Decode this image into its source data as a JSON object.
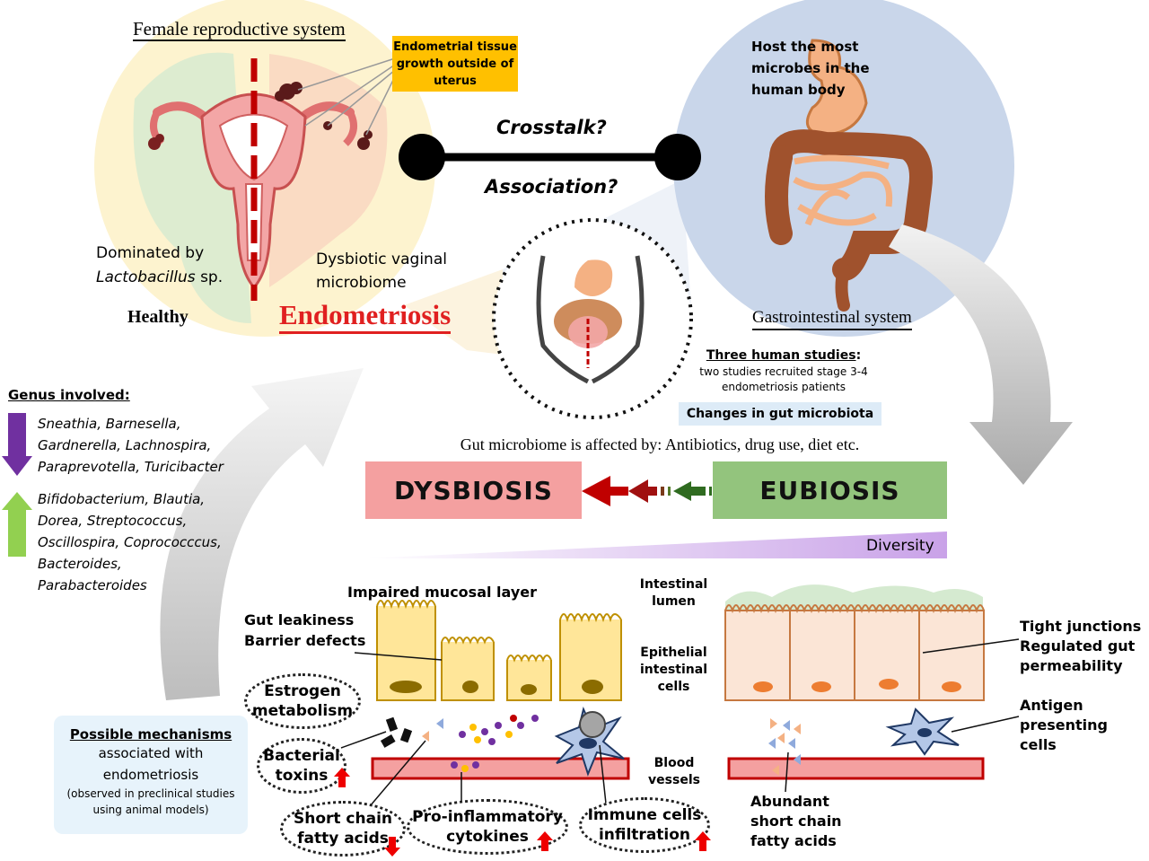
{
  "top": {
    "female_title": "Female reproductive system",
    "endometrial_note": "Endometrial tissue growth outside of uterus",
    "crosstalk": "Crosstalk?",
    "association": "Association?",
    "host_text": "Host the most microbes in the human body",
    "gi_title": "Gastrointestinal system",
    "dominated_line1": "Dominated by",
    "dominated_genus": "Lactobacillus",
    "dominated_sp": " sp.",
    "healthy": "Healthy",
    "dysbiotic": "Dysbiotic vaginal microbiome",
    "endometriosis": "Endometriosis"
  },
  "studies": {
    "heading": "Three human studies",
    "detail": "two studies recruited stage 3-4 endometriosis patients",
    "changes": "Changes in gut microbiota"
  },
  "genus": {
    "heading": "Genus involved:",
    "decreased": "Sneathia, Barnesella, Gardnerella, Lachnospira, Paraprevotella, Turicibacter",
    "increased": "Bifidobacterium, Blautia, Dorea, Streptococcus, Oscillospira, Coprococccus, Bacteroides, Parabacteroides"
  },
  "middle": {
    "affected_by": "Gut microbiome is affected by: Antibiotics, drug use, diet etc.",
    "dysbiosis": "DYSBIOSIS",
    "eubiosis": "EUBIOSIS",
    "diversity": "Diversity"
  },
  "bottom": {
    "impaired": "Impaired mucosal layer",
    "gut_leakiness": "Gut leakiness",
    "barrier_defects": "Barrier defects",
    "intestinal_lumen": "Intestinal lumen",
    "epithelial": "Epithelial intestinal cells",
    "blood_vessels": "Blood vessels",
    "tight_junctions": "Tight junctions Regulated gut permeability",
    "antigen": "Antigen presenting cells",
    "abundant": "Abundant short chain fatty acids",
    "estrogen": "Estrogen metabolism",
    "bacterial": "Bacterial toxins",
    "scfa": "Short chain fatty acids",
    "proinflam": "Pro-inflammatory cytokines",
    "immune": "Immune cells infiltration"
  },
  "mechanisms": {
    "heading": "Possible mechanisms",
    "line2": "associated with endometriosis",
    "note": "(observed in preclinical studies using animal models)"
  },
  "colors": {
    "dysbiosis_box": "#f4a0a0",
    "eubiosis_box": "#93c47d",
    "note_box": "#ffc000",
    "gi_circle": "#c9d6ea",
    "repro_circle": "#fdf3cf",
    "changes_box": "#ddebf7",
    "decrease_arrow": "#7030a0",
    "increase_arrow": "#92d050",
    "endometriosis_text": "#e02020"
  }
}
